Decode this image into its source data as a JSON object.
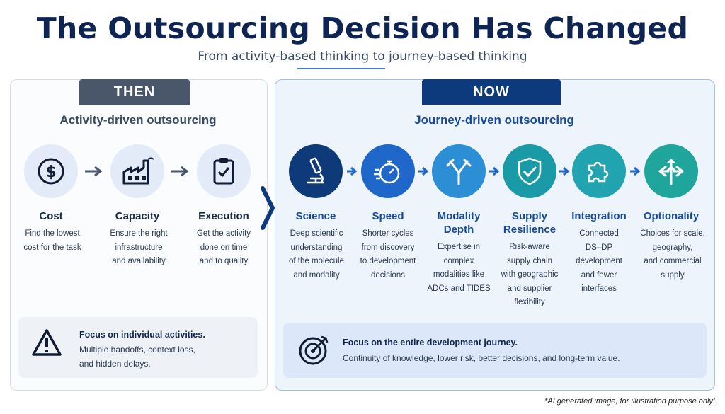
{
  "header": {
    "title": "The Outsourcing Decision Has Changed",
    "subtitle": "From activity-based thinking to journey-based thinking"
  },
  "then": {
    "tab": "THEN",
    "heading": "Activity-driven outsourcing",
    "items": [
      {
        "icon": "dollar-icon",
        "label": "Cost",
        "desc": [
          "Find the lowest",
          "cost for the task"
        ]
      },
      {
        "icon": "factory-icon",
        "label": "Capacity",
        "desc": [
          "Ensure the right",
          "infrastructure",
          "and availability"
        ]
      },
      {
        "icon": "clipboard-check-icon",
        "label": "Execution",
        "desc": [
          "Get the activity",
          "done on time",
          "and to quality"
        ]
      }
    ],
    "callout": {
      "icon": "warning-icon",
      "title": "Focus on individual activities.",
      "text": [
        "Multiple handoffs, context loss,",
        "and hidden delays."
      ]
    }
  },
  "now": {
    "tab": "NOW",
    "heading": "Journey-driven outsourcing",
    "items": [
      {
        "icon": "microscope-icon",
        "label": [
          "Science"
        ],
        "desc": [
          "Deep scientific",
          "understanding",
          "of the molecule",
          "and modality"
        ],
        "color": "#0f3a7a"
      },
      {
        "icon": "stopwatch-icon",
        "label": [
          "Speed"
        ],
        "desc": [
          "Shorter cycles",
          "from discovery",
          "to development",
          "decisions"
        ],
        "color": "#1f67c9"
      },
      {
        "icon": "antibody-icon",
        "label": [
          "Modality",
          "Depth"
        ],
        "desc": [
          "Expertise in",
          "complex",
          "modalities like",
          "ADCs and TIDES"
        ],
        "color": "#2c8fd6"
      },
      {
        "icon": "shield-check-icon",
        "label": [
          "Supply",
          "Resilience"
        ],
        "desc": [
          "Risk-aware",
          "supply chain",
          "with geographic",
          "and supplier",
          "flexibility"
        ],
        "color": "#1a9aa6"
      },
      {
        "icon": "puzzle-icon",
        "label": [
          "Integration"
        ],
        "desc": [
          "Connected",
          "DS–DP",
          "development",
          "and fewer",
          "interfaces"
        ],
        "color": "#22a3b0"
      },
      {
        "icon": "split-arrows-icon",
        "label": [
          "Optionality"
        ],
        "desc": [
          "Choices for scale,",
          "geography,",
          "and commercial",
          "supply"
        ],
        "color": "#1fa59b"
      }
    ],
    "callout": {
      "icon": "target-icon",
      "title": "Focus on the entire development journey.",
      "text": "Continuity of knowledge, lower risk, better decisions, and long-term value."
    }
  },
  "footnote": "*AI generated image, for illustration purpose only!"
}
